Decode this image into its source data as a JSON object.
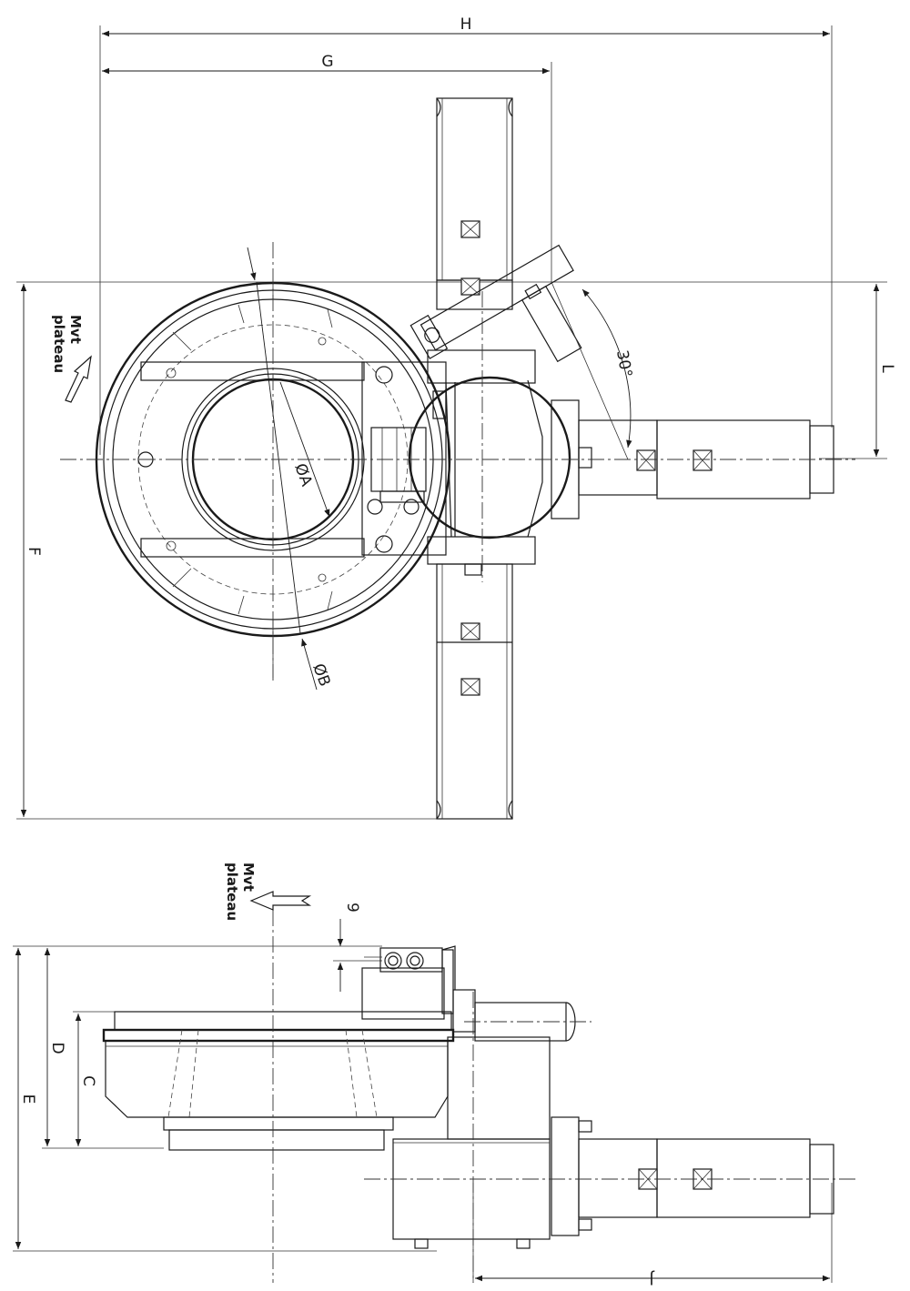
{
  "dimensions": {
    "H": "H",
    "G": "G",
    "F": "F",
    "L": "L",
    "A": "ØA",
    "B": "ØB",
    "angle": "30°",
    "nine": "9",
    "D": "D",
    "C": "C",
    "E": "E",
    "J": "J"
  },
  "notes": {
    "top_line1": "Mvt",
    "top_line2": "plateau",
    "side_line1": "Mvt",
    "side_line2": "plateau"
  }
}
